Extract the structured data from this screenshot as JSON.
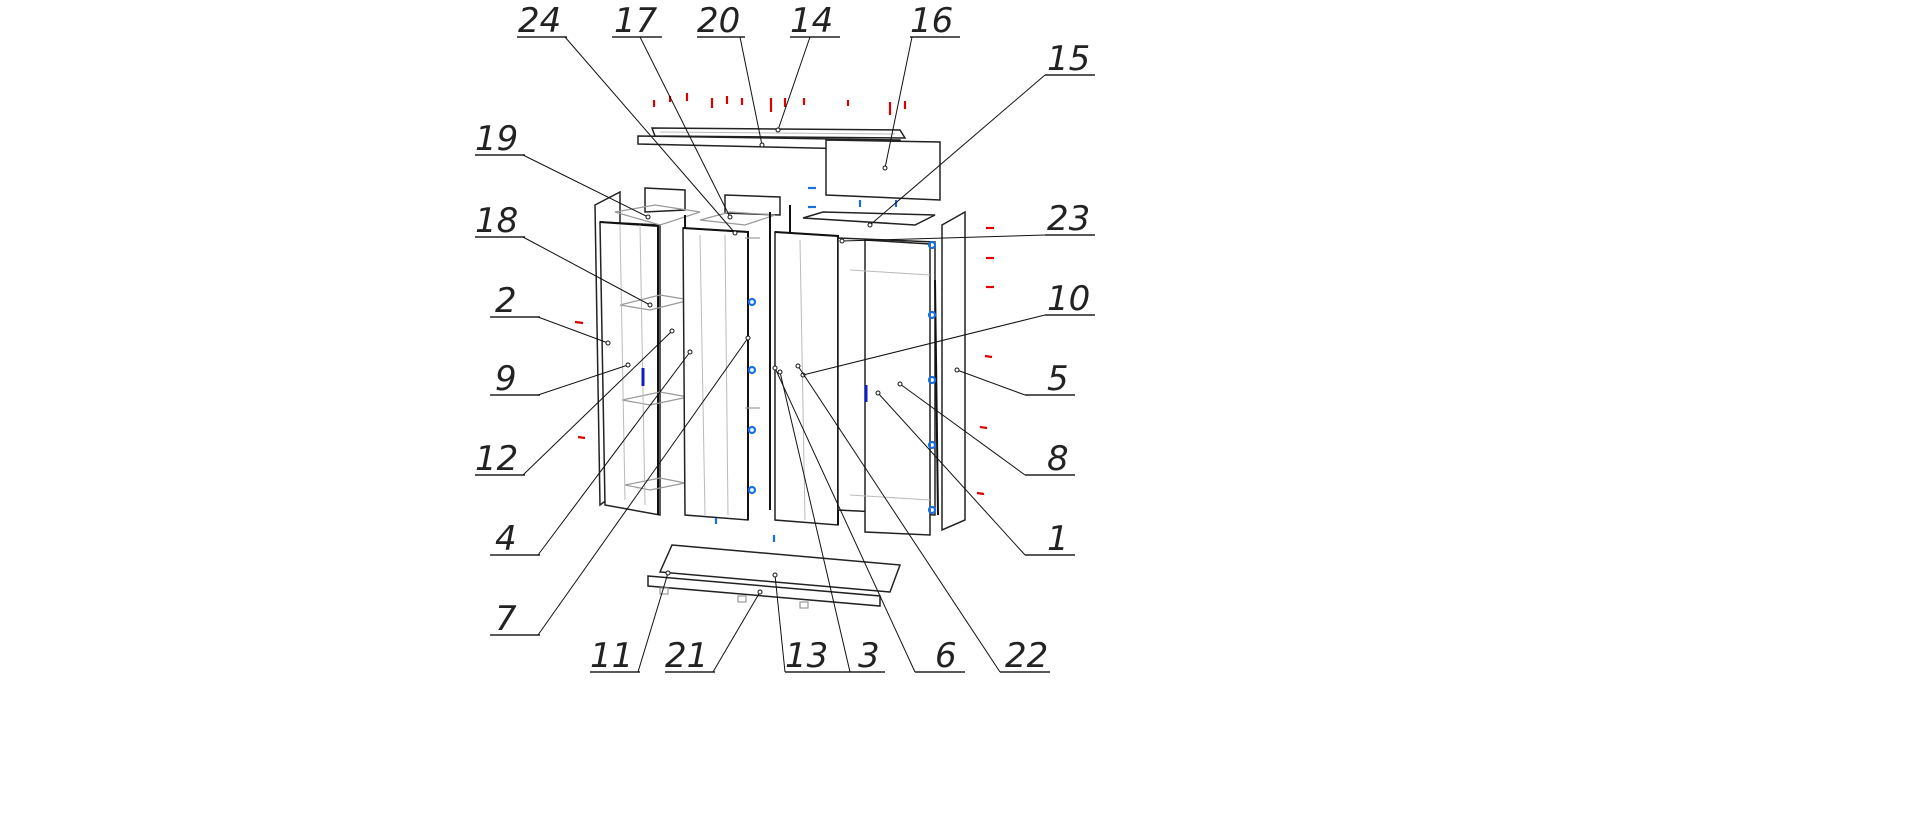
{
  "diagram": {
    "type": "exploded assembly drawing",
    "callouts": {
      "c24": "24",
      "c17": "17",
      "c20": "20",
      "c14": "14",
      "c16": "16",
      "c15": "15",
      "c19": "19",
      "c18": "18",
      "c2": "2",
      "c9": "9",
      "c12": "12",
      "c4": "4",
      "c7": "7",
      "c23": "23",
      "c10": "10",
      "c5": "5",
      "c8": "8",
      "c1": "1",
      "c11": "11",
      "c21": "21",
      "c13": "13",
      "c3": "3",
      "c6": "6",
      "c22": "22"
    },
    "colors": {
      "line": "#111111",
      "hidden": "#bbbbbb",
      "fastener_red": "#dd0000",
      "fastener_blue": "#1a6fe0"
    }
  }
}
